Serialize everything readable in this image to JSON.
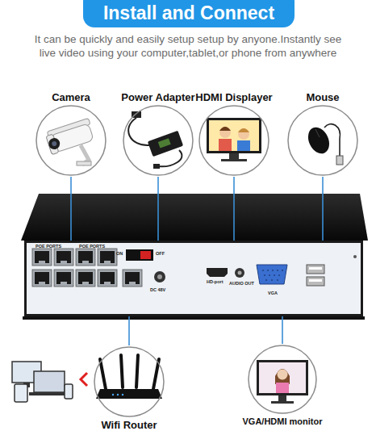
{
  "diagram": {
    "title": "Install and Connect",
    "nodes": [
      {
        "text": [
          "Camera"
        ]
      },
      {
        "text": [
          "Power Adapter"
        ]
      },
      {
        "text": [
          "HDMI Displayer"
        ]
      },
      {
        "text": [
          "Mouse"
        ]
      },
      {
        "text": [
          "POE PORTS",
          "POE PORTS",
          "ON",
          "OFF",
          "DC 48V",
          "HD-port",
          "AUDIO OUT",
          "VGA"
        ]
      },
      {
        "text": [
          "Wifi Router"
        ]
      },
      {
        "text": [
          "VGA/HDMI monitor"
        ]
      }
    ],
    "edges": [
      {
        "from": 0,
        "to": 4,
        "arrow": "none"
      },
      {
        "from": 1,
        "to": 4,
        "arrow": "none"
      },
      {
        "from": 2,
        "to": 4,
        "arrow": "none"
      },
      {
        "from": 3,
        "to": 4,
        "arrow": "none"
      },
      {
        "from": 4,
        "to": 5,
        "arrow": "none"
      },
      {
        "from": 4,
        "to": 6,
        "arrow": "none"
      }
    ],
    "labels": [
      "It can be quickly and easily setup setup by anyone.Instantly see live video using your computer,tablet,or phone from anywhere"
    ]
  }
}
